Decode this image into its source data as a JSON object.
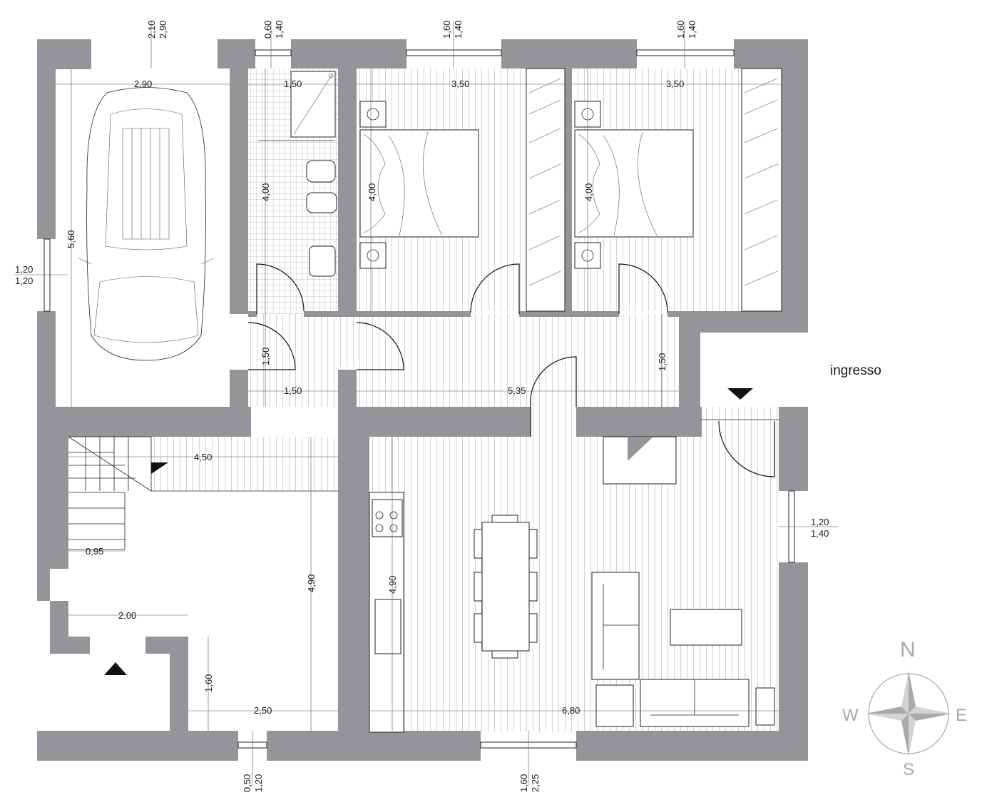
{
  "plan": {
    "entrance_label": "ingresso",
    "compass": {
      "north": "N",
      "south": "S",
      "east": "E",
      "west": "W"
    },
    "dimensions": {
      "top_garage_opening": [
        "2,10",
        "2,90"
      ],
      "top_bath_window": [
        "0,60",
        "1,40"
      ],
      "top_bedroom1_window": [
        "1,60",
        "1,40"
      ],
      "top_bedroom2_window": [
        "1,60",
        "1,40"
      ],
      "left_garage_window": [
        "1,20",
        "1,20"
      ],
      "right_living_window": [
        "1,20",
        "1,40"
      ],
      "bottom_stair_window": [
        "0,50",
        "1,20"
      ],
      "bottom_living_window": [
        "1,60",
        "2,25"
      ],
      "garage_width": "2,90",
      "garage_depth": "5,60",
      "bath_width": "1,50",
      "bath_depth": "4,00",
      "bedroom1_width": "3,50",
      "bedroom1_depth": "4,00",
      "bedroom2_width": "3,50",
      "bedroom2_depth": "4,00",
      "hall_left_depth": "1,50",
      "hall_left_width": "1,50",
      "hall_width": "5,35",
      "hall_right_depth": "1,50",
      "stair_width": "4,50",
      "stair_depth": "4,90",
      "stair_step": "0,95",
      "lower_left_width": "2,00",
      "lower_depth": "1,60",
      "lower_width": "2,50",
      "kitchen_depth": "4,90",
      "living_width": "6,80"
    }
  }
}
